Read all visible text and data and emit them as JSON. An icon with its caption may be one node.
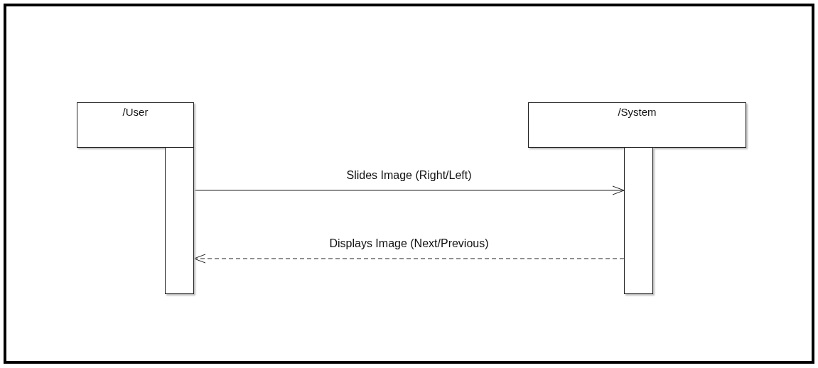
{
  "diagram": {
    "nodes": [
      {
        "text": [
          "/User"
        ]
      },
      {
        "text": [
          "/System"
        ]
      },
      {
        "text": [],
        "shape": "bar"
      },
      {
        "text": [],
        "shape": "bar"
      }
    ],
    "edges": [
      {
        "from": 2,
        "to": 3,
        "arrow": "to",
        "label": "Slides Image (Right/Left)"
      },
      {
        "from": 3,
        "to": 2,
        "arrow": "to",
        "label": "Displays Image (Next/Previous)",
        "style": "dashed"
      }
    ]
  }
}
